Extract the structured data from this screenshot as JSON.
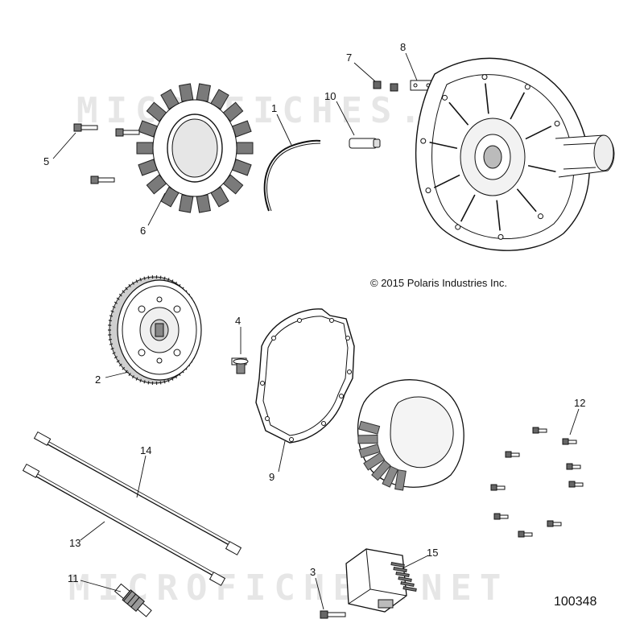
{
  "watermark": "MICROFICHES.NET",
  "copyright": "© 2015 Polaris Industries Inc.",
  "document_number": "100348",
  "callouts": [
    {
      "id": "1",
      "label": "1"
    },
    {
      "id": "2",
      "label": "2"
    },
    {
      "id": "3",
      "label": "3"
    },
    {
      "id": "4",
      "label": "4"
    },
    {
      "id": "5",
      "label": "5"
    },
    {
      "id": "6",
      "label": "6"
    },
    {
      "id": "7",
      "label": "7"
    },
    {
      "id": "8",
      "label": "8"
    },
    {
      "id": "9",
      "label": "9"
    },
    {
      "id": "10",
      "label": "10"
    },
    {
      "id": "11",
      "label": "11"
    },
    {
      "id": "12",
      "label": "12"
    },
    {
      "id": "13",
      "label": "13"
    },
    {
      "id": "14",
      "label": "14"
    },
    {
      "id": "15",
      "label": "15"
    }
  ],
  "colors": {
    "line": "#111111",
    "shade": "#9a9a9a",
    "dark": "#555555",
    "watermark": "#c8c8c8"
  }
}
